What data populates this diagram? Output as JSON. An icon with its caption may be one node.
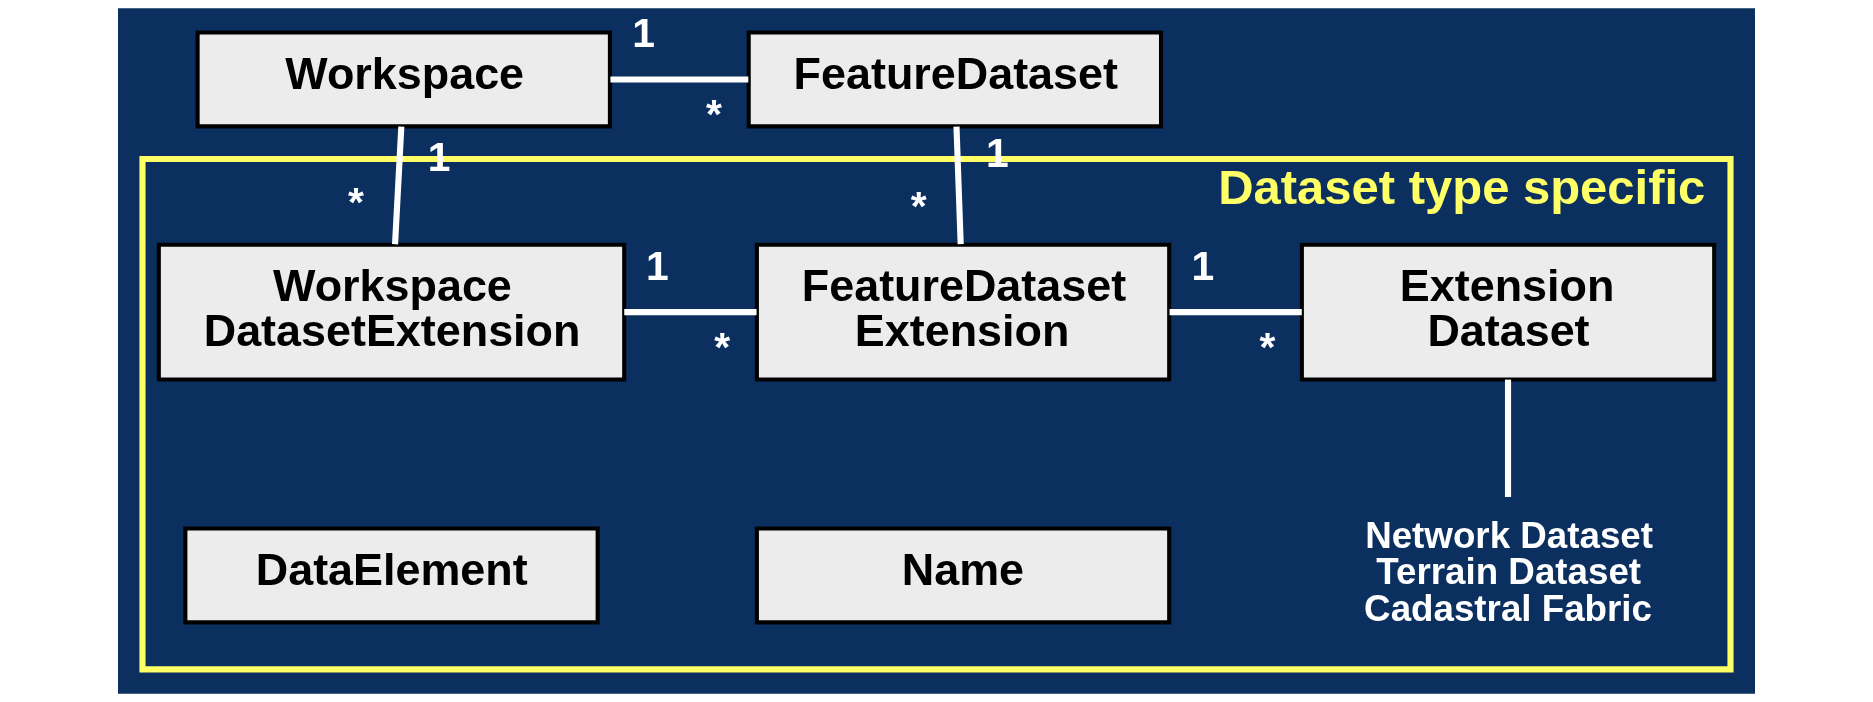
{
  "diagram": {
    "nodes": [
      {
        "text": [
          "Workspace"
        ]
      },
      {
        "text": [
          "FeatureDataset"
        ]
      },
      {
        "text": [
          "Dataset type specific"
        ]
      },
      {
        "text": [
          "Workspace DatasetExtension"
        ],
        "in": 2
      },
      {
        "text": [
          "FeatureDataset Extension"
        ],
        "in": 2
      },
      {
        "text": [
          "Extension Dataset"
        ],
        "in": 2
      },
      {
        "text": [
          "DataElement"
        ],
        "in": 2
      },
      {
        "text": [
          "Name"
        ],
        "in": 2
      },
      {
        "text": [
          "Network Dataset",
          "Terrain Dataset",
          "Cadastral Fabric"
        ],
        "in": 2
      }
    ],
    "edges": [
      {
        "from": 0,
        "to": 1,
        "arrow": "none"
      },
      {
        "from": 0,
        "to": 3,
        "arrow": "none"
      },
      {
        "from": 1,
        "to": 4,
        "arrow": "none"
      },
      {
        "from": 3,
        "to": 4,
        "arrow": "none"
      },
      {
        "from": 4,
        "to": 5,
        "arrow": "none"
      },
      {
        "from": 8,
        "to": 5,
        "arrow": "none"
      }
    ],
    "labels": [
      "1",
      "*",
      "1",
      "1",
      "*",
      "*",
      "1",
      "*",
      "1",
      "*"
    ]
  }
}
